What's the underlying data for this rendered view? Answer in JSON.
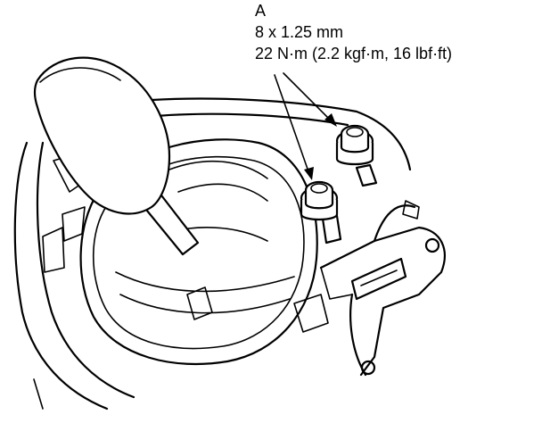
{
  "callout": {
    "letter": "A",
    "bolt_size": "8 x 1.25 mm",
    "torque": "22 N·m (2.2 kgf·m, 16 lbf·ft)"
  }
}
